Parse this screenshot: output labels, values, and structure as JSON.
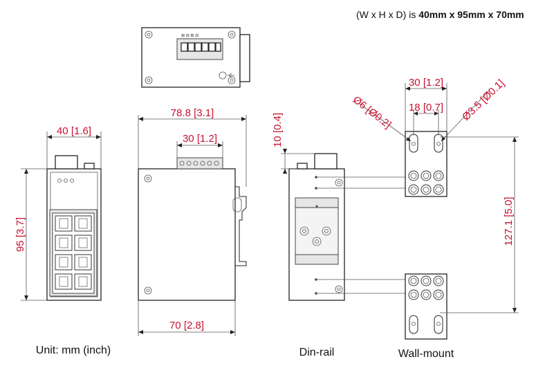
{
  "spec": {
    "prefix": "(W x H x D) is ",
    "value": "40mm x 95mm x 70mm"
  },
  "dimensions": {
    "front_width": "40 [1.6]",
    "front_height": "95 [3.7]",
    "side_depth_total": "78.8 [3.1]",
    "terminal_width": "30 [1.2]",
    "side_depth": "70 [2.8]",
    "dinrail_offset": "10 [0.4]",
    "wall_width": "30 [1.2]",
    "wall_hole_spacing": "18 [0.7]",
    "wall_large_hole": "Ø6 [Ø0.2]",
    "wall_small_hole": "Ø3.5 [Ø0.1]",
    "wall_height": "127.1 [5.0]"
  },
  "captions": {
    "unit": "Unit: mm (inch)",
    "dinrail": "Din-rail",
    "wallmount": "Wall-mount"
  },
  "colors": {
    "dimension_text": "#c8102e",
    "line": "#222222"
  }
}
